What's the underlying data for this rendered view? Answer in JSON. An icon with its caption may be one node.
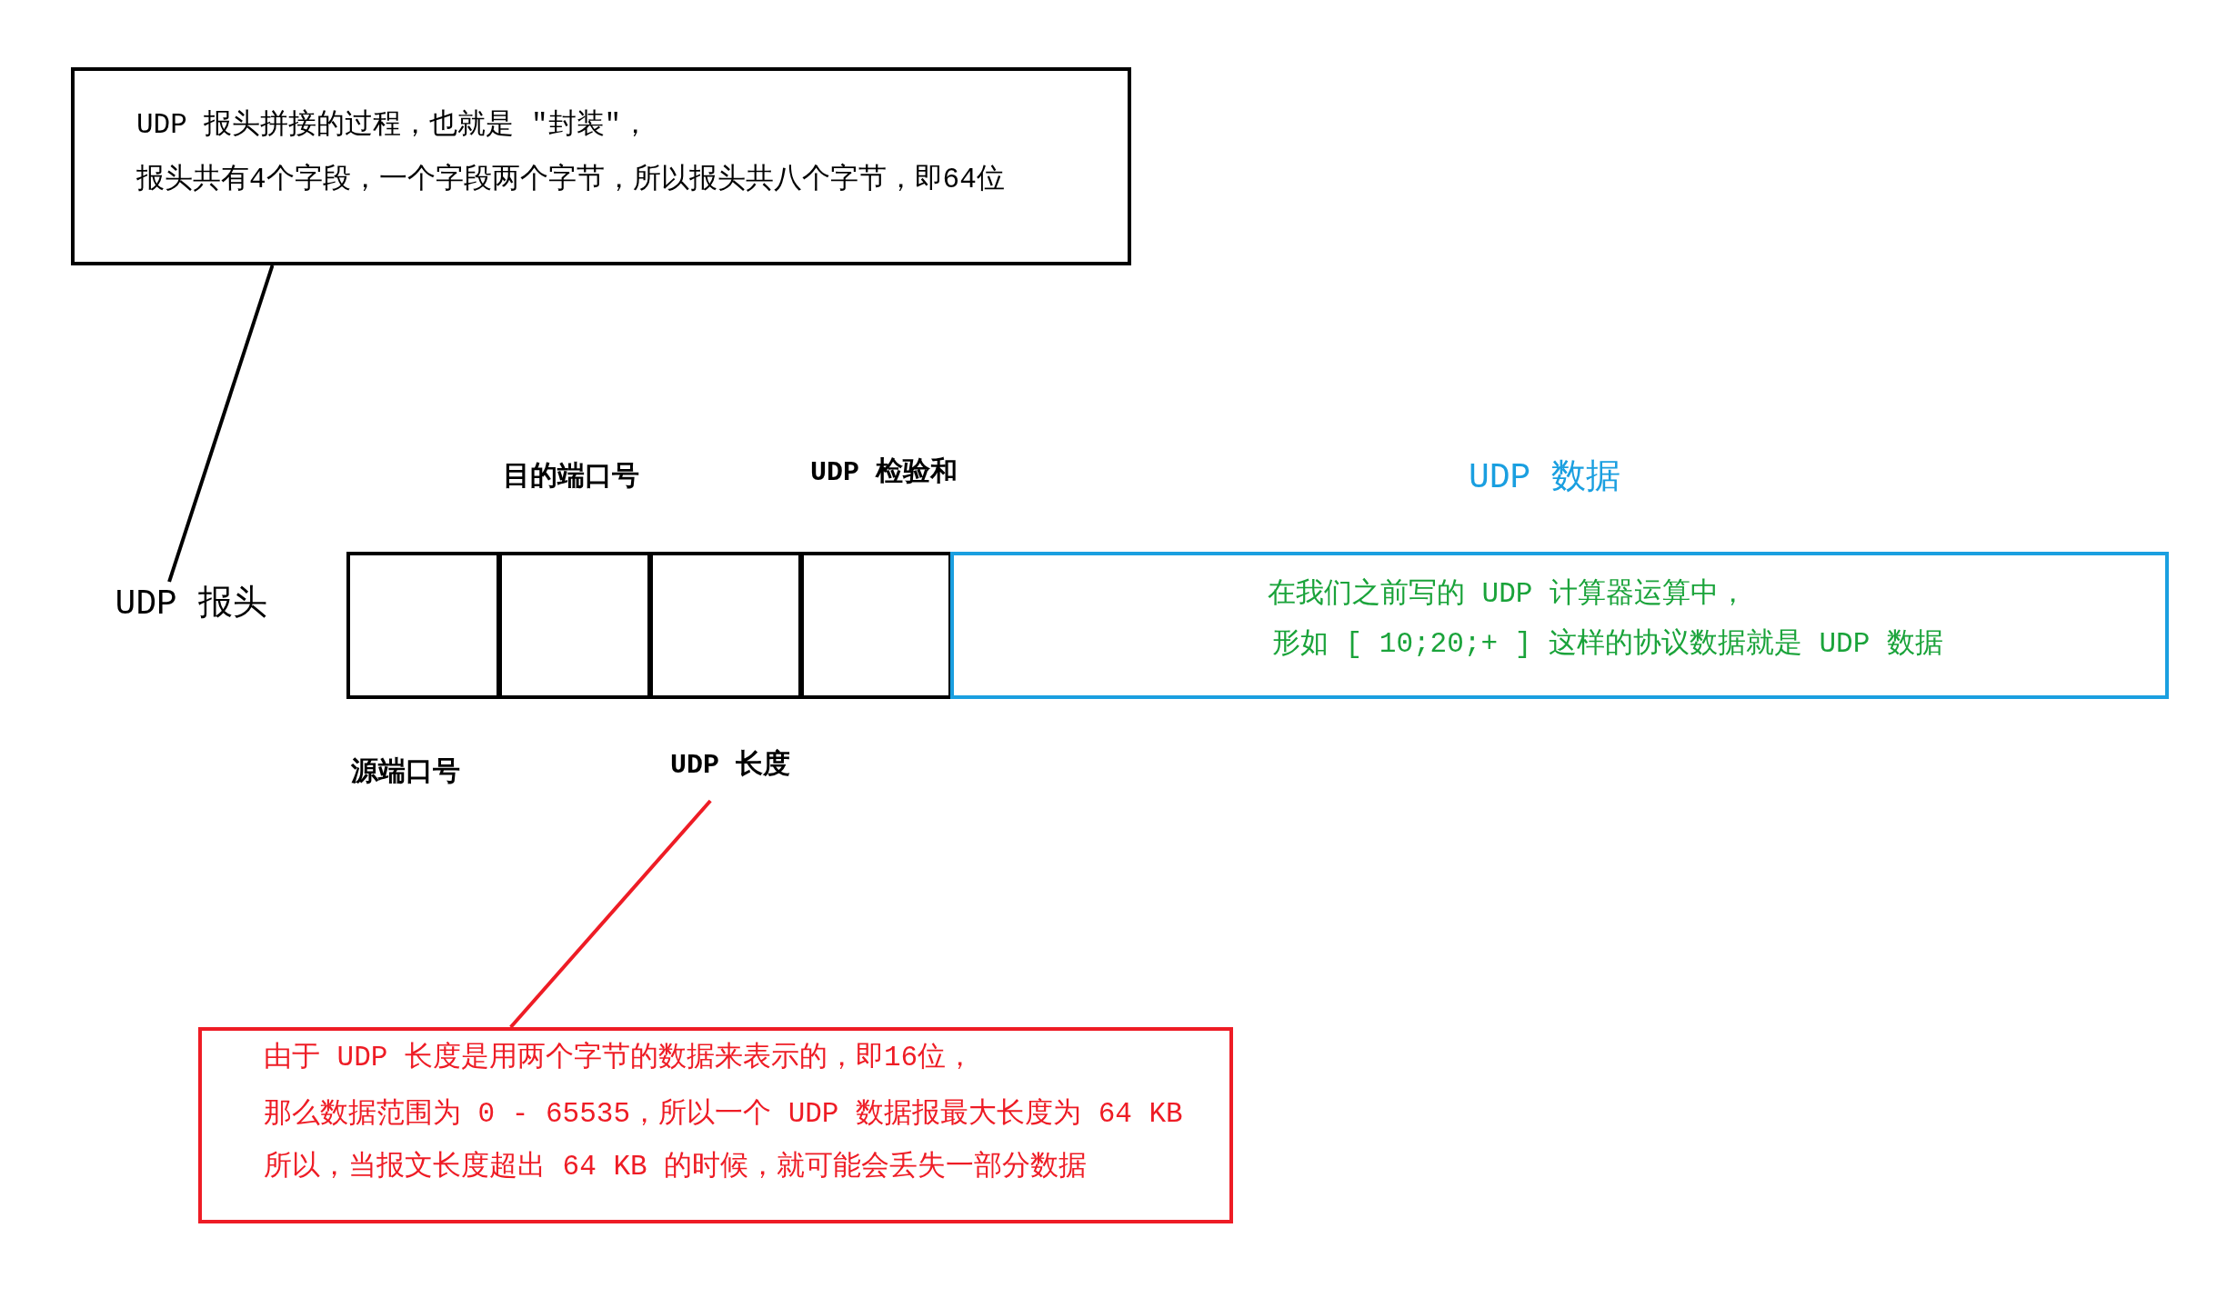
{
  "diagram": {
    "nodes": [
      {
        "text": [
          "UDP 报头拼接的过程，也就是 ″封装″，",
          "报头共有4个字段，一个字段两个字节，所以报头共八个字节，即64位"
        ]
      },
      {
        "text": [
          "UDP 报头"
        ]
      },
      {
        "text": [],
        "shape": "box",
        "beside": [
          "源端口号"
        ]
      },
      {
        "text": [],
        "shape": "box",
        "beside": [
          "目的端口号"
        ]
      },
      {
        "text": [],
        "shape": "box",
        "beside": [
          "UDP 长度"
        ]
      },
      {
        "text": [],
        "shape": "box",
        "beside": [
          "UDP 检验和"
        ]
      },
      {
        "text": [
          "UDP 数据",
          "在我们之前写的 UDP 计算器运算中，",
          "形如 [ 10;20;+ ] 这样的协议数据就是 UDP 数据"
        ]
      },
      {
        "text": [
          "由于 UDP 长度是用两个字节的数据来表示的，即16位，",
          "那么数据范围为 0 - 65535，所以一个 UDP 数据报最大长度为 64 KB",
          "所以，当报文长度超出 64 KB 的时候，就可能会丢失一部分数据"
        ]
      }
    ],
    "edges": [
      {
        "from": 0,
        "to": 1,
        "arrow": "none"
      },
      {
        "from": 7,
        "to": 4,
        "arrow": "none",
        "color": "#ee1c25"
      }
    ]
  }
}
